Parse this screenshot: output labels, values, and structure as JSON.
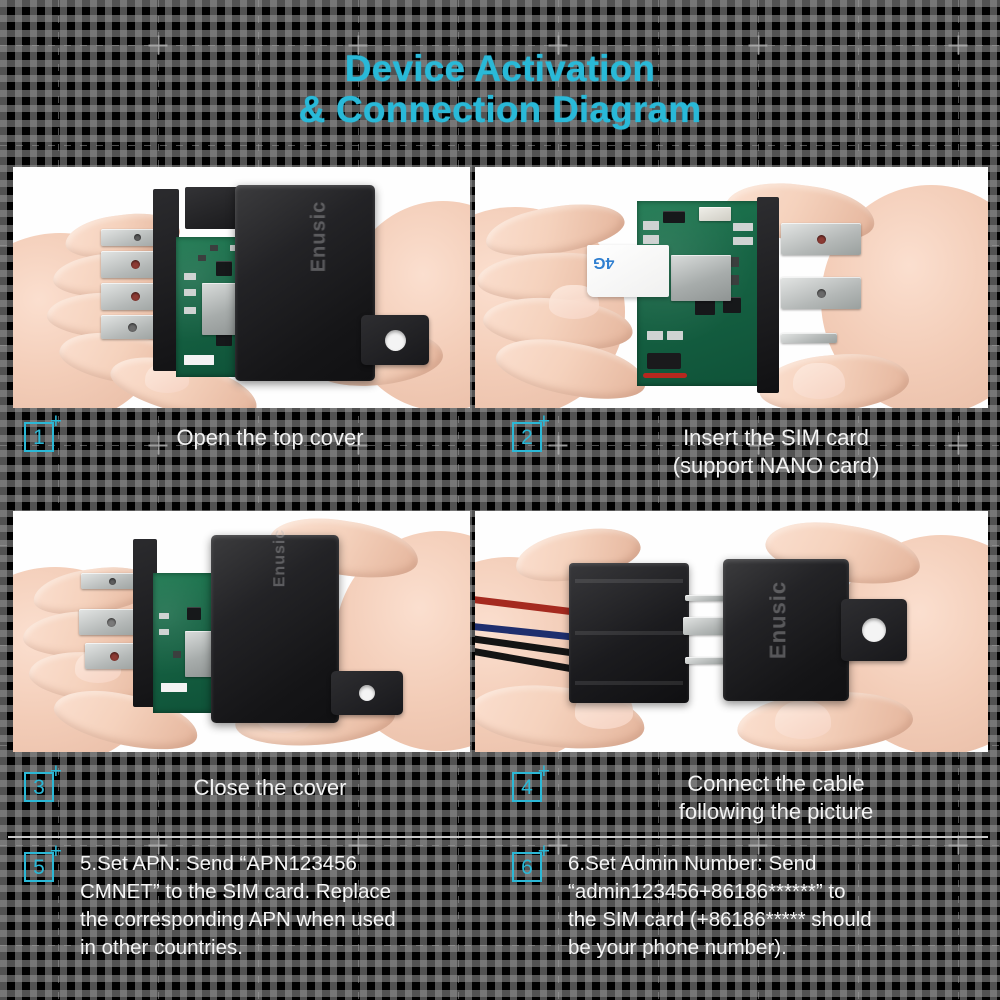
{
  "background": {
    "color": "#000000",
    "grid_line_color": "#9b9b9b",
    "crosshair_color": "#afafaf"
  },
  "theme": {
    "accent": "#2bb8d6",
    "title_color": "#29b9d8",
    "text_color": "#f2f2f2",
    "divider_color": "#c9c9c9"
  },
  "title": {
    "line1": "Device Activation",
    "line2": "& Connection Diagram"
  },
  "brand": "Enusic",
  "steps": [
    {
      "number": "1",
      "plus": "+",
      "caption_line1": "Open the top cover",
      "caption_line2": "",
      "photo_alt": "Hands opening the top cover of the Enusic relay GPS tracker exposing the green PCB"
    },
    {
      "number": "2",
      "plus": "+",
      "caption_line1": "Insert the SIM card",
      "caption_line2": "(support NANO card)",
      "photo_alt": "Hand inserting a white 4G SIM card into the SIM slot on the green PCB",
      "sim_label": "4G"
    },
    {
      "number": "3",
      "plus": "+",
      "caption_line1": "Close the cover",
      "caption_line2": "",
      "photo_alt": "Hands sliding the black Enusic cover back over the PCB"
    },
    {
      "number": "4",
      "plus": "+",
      "caption_line1": "Connect the cable",
      "caption_line2": "following the picture",
      "photo_alt": "Hands connecting the black wiring harness to the Enusic relay"
    }
  ],
  "notes": [
    {
      "number": "5",
      "plus": "+",
      "lines": [
        "5.Set APN: Send “APN123456",
        "CMNET” to the SIM card. Replace",
        "the corresponding APN when used",
        "in other countries."
      ]
    },
    {
      "number": "6",
      "plus": "+",
      "lines": [
        "6.Set Admin Number: Send",
        "“admin123456+86186******” to",
        "the SIM card (+86186***** should",
        "be your phone number)."
      ]
    }
  ]
}
